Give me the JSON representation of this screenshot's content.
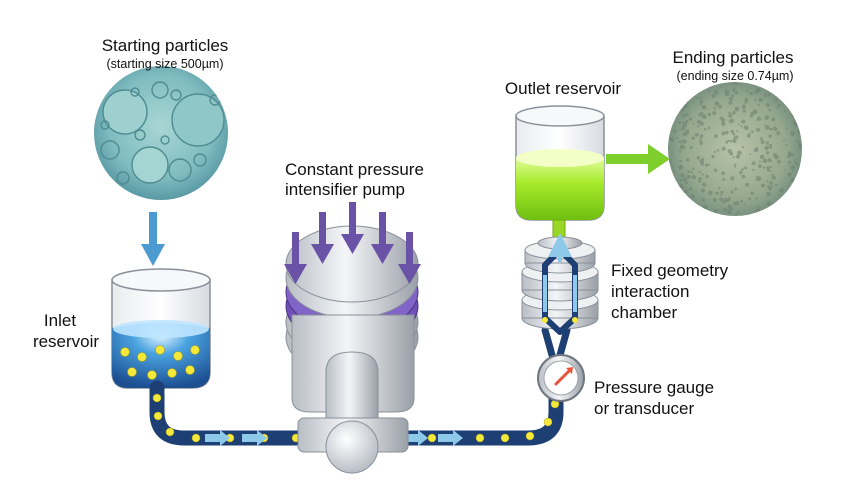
{
  "labels": {
    "starting_title": "Starting particles",
    "starting_sub": "(starting size 500µm)",
    "ending_title": "Ending particles",
    "ending_sub": "(ending size 0.74µm)",
    "outlet": "Outlet reservoir",
    "pump_line1": "Constant pressure",
    "pump_line2": "intensifier pump",
    "inlet_line1": "Inlet",
    "inlet_line2": "reservoir",
    "chamber_line1": "Fixed geometry",
    "chamber_line2": "interaction",
    "chamber_line3": "chamber",
    "gauge_line1": "Pressure gauge",
    "gauge_line2": "or transducer"
  },
  "colors": {
    "pipe": "#1d3f73",
    "particle": "#f4e83a",
    "flow_arrow": "#8ec9ea",
    "pressure_arrow": "#6a52a6",
    "pump_band": "#6f4fb8",
    "green_fluid": "#8fd81a",
    "blue_fluid": "#2d6fbf"
  },
  "icons": {
    "flow": "flow-arrow-icon",
    "pressure": "pressure-arrow-icon",
    "gauge": "gauge-icon"
  }
}
